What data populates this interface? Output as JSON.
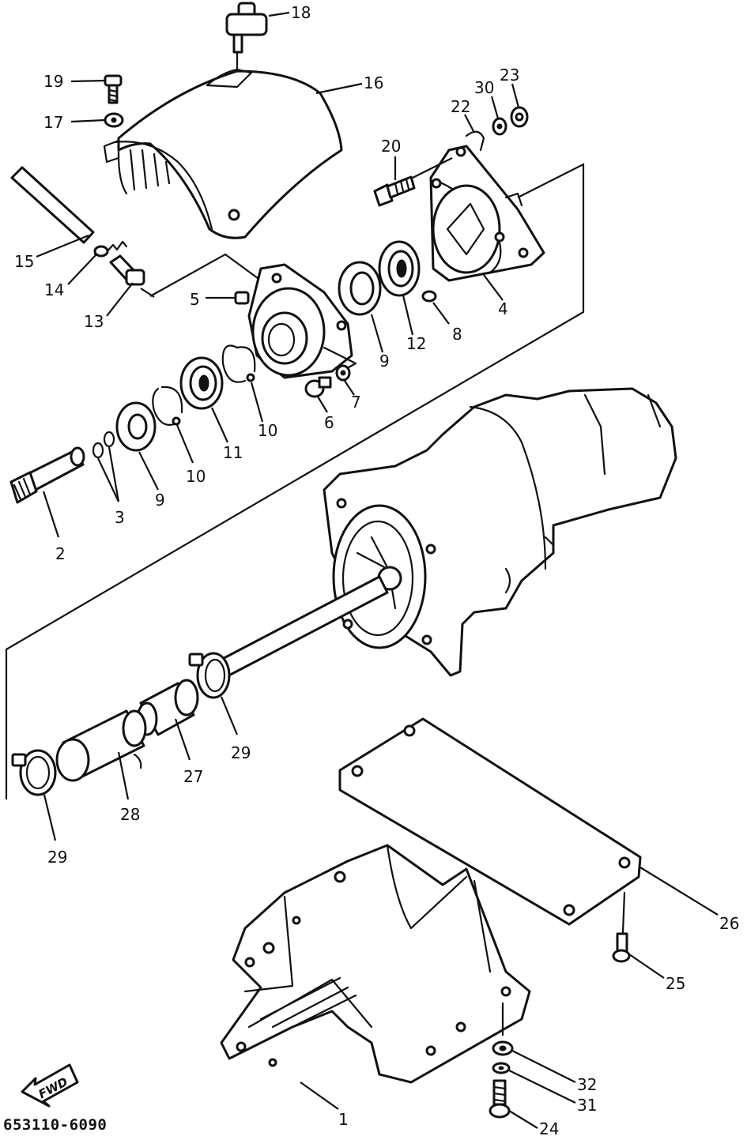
{
  "diagram": {
    "figure_code": "653110-6090",
    "direction_label": "FWD",
    "callouts": [
      {
        "id": "c1",
        "label": "1"
      },
      {
        "id": "c2",
        "label": "2"
      },
      {
        "id": "c3",
        "label": "3"
      },
      {
        "id": "c4",
        "label": "4"
      },
      {
        "id": "c5",
        "label": "5"
      },
      {
        "id": "c6",
        "label": "6"
      },
      {
        "id": "c7",
        "label": "7"
      },
      {
        "id": "c8",
        "label": "8"
      },
      {
        "id": "c9a",
        "label": "9"
      },
      {
        "id": "c9b",
        "label": "9"
      },
      {
        "id": "c10a",
        "label": "10"
      },
      {
        "id": "c10b",
        "label": "10"
      },
      {
        "id": "c11",
        "label": "11"
      },
      {
        "id": "c12",
        "label": "12"
      },
      {
        "id": "c13",
        "label": "13"
      },
      {
        "id": "c14",
        "label": "14"
      },
      {
        "id": "c15",
        "label": "15"
      },
      {
        "id": "c16",
        "label": "16"
      },
      {
        "id": "c17",
        "label": "17"
      },
      {
        "id": "c18",
        "label": "18"
      },
      {
        "id": "c19",
        "label": "19"
      },
      {
        "id": "c20",
        "label": "20"
      },
      {
        "id": "c22",
        "label": "22"
      },
      {
        "id": "c23",
        "label": "23"
      },
      {
        "id": "c24",
        "label": "24"
      },
      {
        "id": "c25",
        "label": "25"
      },
      {
        "id": "c26",
        "label": "26"
      },
      {
        "id": "c27",
        "label": "27"
      },
      {
        "id": "c28",
        "label": "28"
      },
      {
        "id": "c29a",
        "label": "29"
      },
      {
        "id": "c29b",
        "label": "29"
      },
      {
        "id": "c30",
        "label": "30"
      },
      {
        "id": "c31",
        "label": "31"
      },
      {
        "id": "c32",
        "label": "32"
      }
    ]
  }
}
